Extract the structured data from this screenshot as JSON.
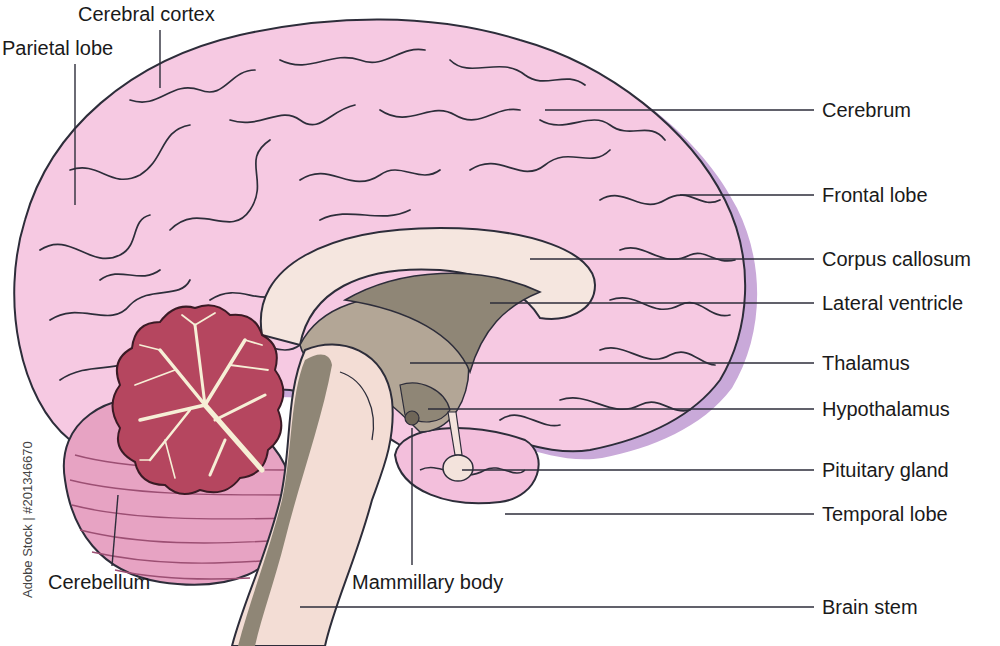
{
  "diagram": {
    "labels": [
      "Cerebral cortex",
      "Parietal lobe",
      "Cerebrum",
      "Frontal lobe",
      "Corpus callosum",
      "Lateral ventricle",
      "Thalamus",
      "Hypothalamus",
      "Pituitary gland",
      "Temporal lobe",
      "Cerebellum",
      "Mammillary body",
      "Brain stem",
      "Adobe Stock | #201346670"
    ]
  }
}
